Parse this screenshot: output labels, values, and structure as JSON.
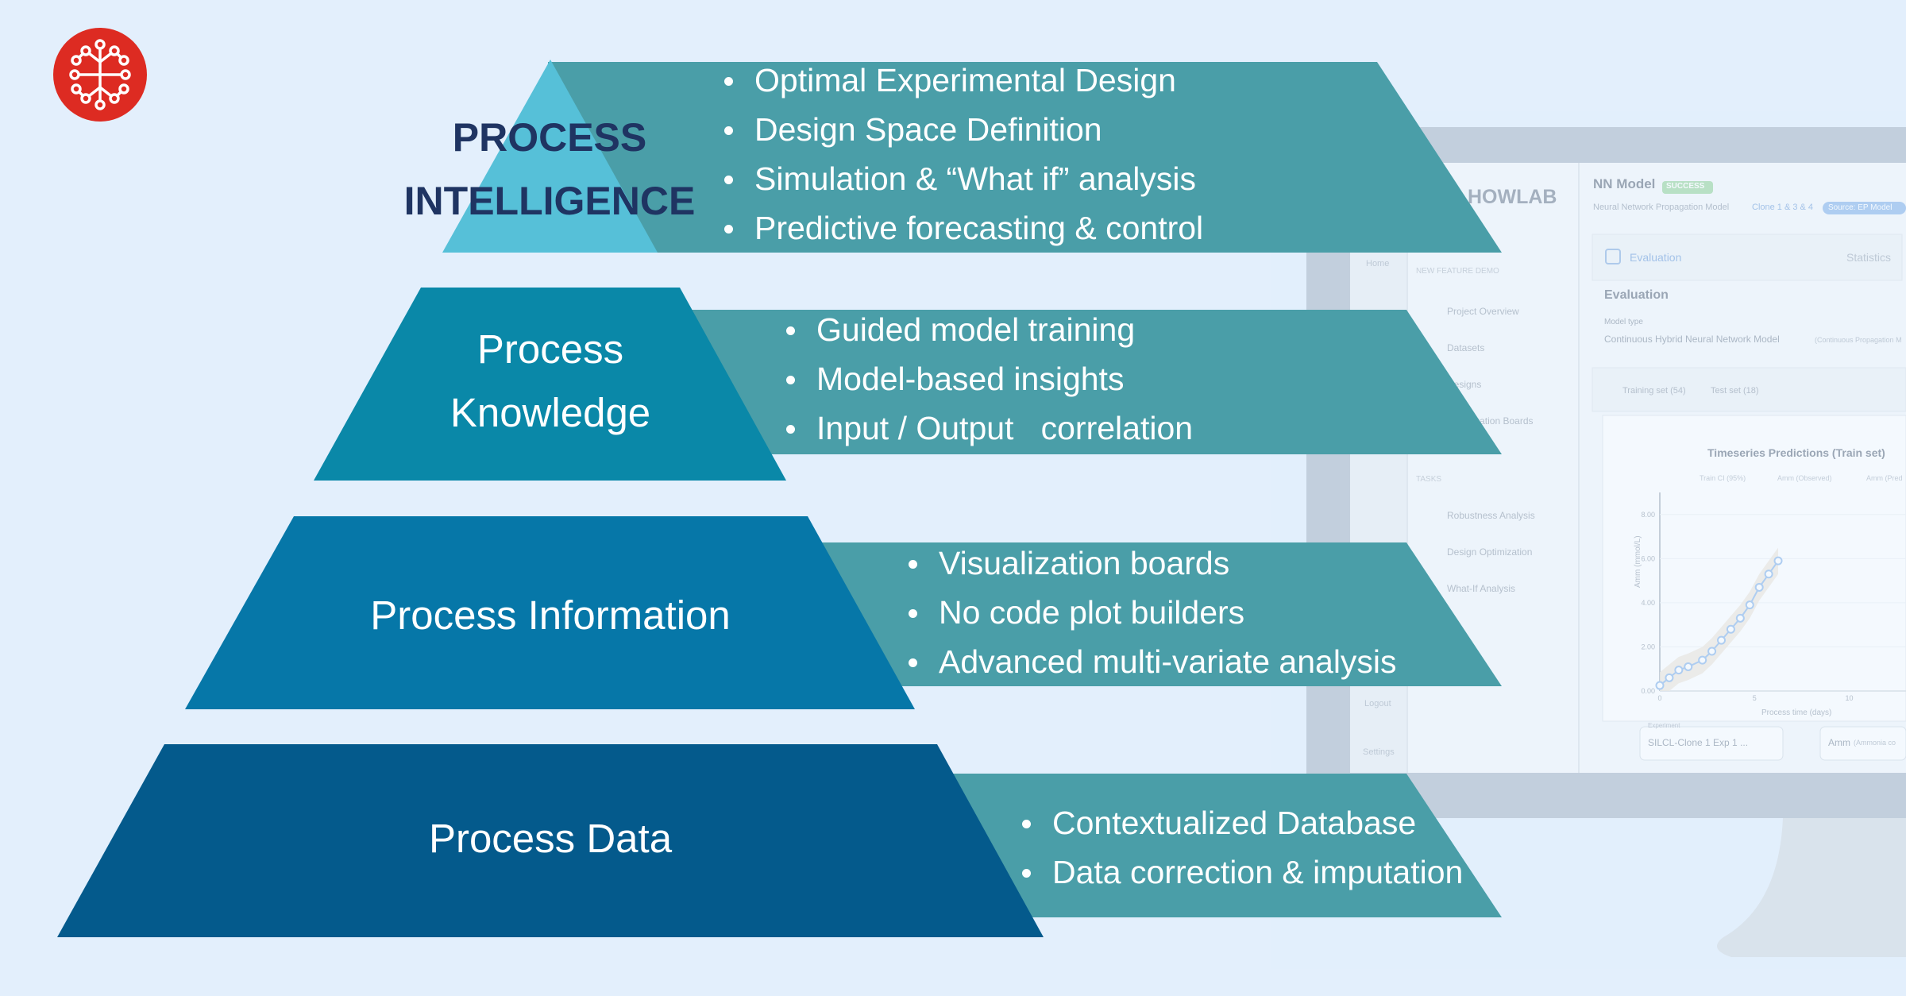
{
  "colors": {
    "background": "#e3effc",
    "band_teal": "#4a9ea8",
    "tier_intelligence": "#56c0d8",
    "tier_knowledge": "#0a88a8",
    "tier_information": "#0677a8",
    "tier_data": "#045a8c",
    "intelligence_text": "#1f3462",
    "logo_red": "#dd2b22"
  },
  "logo": {
    "icon": "neural-network-icon"
  },
  "pyramid": {
    "intelligence": {
      "label_line1": "PROCESS",
      "label_line2": "INTELLIGENCE",
      "bullets": [
        "Optimal Experimental Design",
        "Design Space Definition",
        "Simulation & “What if” analysis",
        "Predictive forecasting & control"
      ]
    },
    "knowledge": {
      "label_line1": "Process",
      "label_line2": "Knowledge",
      "bullets": [
        "Guided model training",
        "Model-based insights",
        "Input / Output   correlation"
      ]
    },
    "information": {
      "label": "Process Information",
      "bullets": [
        "Visualization boards",
        "No code plot builders",
        "Advanced multi-variate analysis"
      ]
    },
    "data": {
      "label": "Process Data",
      "bullets": [
        "Contextualized Database",
        "Data correction & imputation"
      ]
    }
  },
  "monitor": {
    "brand": "HOWLAB",
    "model_title": "NN Model",
    "status_badge": "SUCCESS",
    "model_subtitle": "Neural Network Propagation Model",
    "clone_link": "Clone 1 & 3 & 4",
    "source_badge": "Source: EP Model",
    "nav_home": "Home",
    "nav_section": "NEW FEATURE DEMO",
    "sidebar": [
      "Project Overview",
      "Datasets",
      "Designs",
      "Visualization Boards"
    ],
    "tasks_header": "TASKS",
    "tasks": [
      "Robustness Analysis",
      "Design Optimization",
      "What-If Analysis"
    ],
    "nav_logout": "Logout",
    "nav_settings": "Settings",
    "tab_evaluation": "Evaluation",
    "tab_statistics": "Statistics",
    "evaluation_heading": "Evaluation",
    "model_type_label": "Model type",
    "model_type_value": "Continuous Hybrid Neural Network Model",
    "model_type_note": "(Continuous Propagation M",
    "subtab_train": "Training set (54)",
    "subtab_test": "Test set (18)",
    "chart_title": "Timeseries Predictions (Train set)",
    "legend": [
      "Train CI (95%)",
      "Amm (Observed)",
      "Amm (Pred"
    ],
    "y_axis_label": "Amm (mmol/L)",
    "x_axis_label": "Process time (days)",
    "experiment_label": "Experiment",
    "experiment_value": "SILCL-Clone 1 Exp 1 ...",
    "variable_value": "Amm",
    "variable_note": "(Ammonia co"
  },
  "chart_data": {
    "type": "line",
    "title": "Timeseries Predictions (Train set)",
    "xlabel": "Process time (days)",
    "ylabel": "Amm (mmol/L)",
    "xlim": [
      0,
      13
    ],
    "ylim": [
      0,
      9
    ],
    "x_ticks": [
      "0",
      "5",
      "10"
    ],
    "y_ticks": [
      "0.00",
      "2.00",
      "4.00",
      "6.00",
      "8.00"
    ],
    "series": [
      {
        "name": "Amm (Observed)",
        "x": [
          0,
          0.5,
          1,
          1.5,
          2.25,
          2.75,
          3.25,
          3.75,
          4.25,
          4.75,
          5.25,
          5.75,
          6.25
        ],
        "y": [
          0.25,
          0.6,
          0.95,
          1.1,
          1.4,
          1.8,
          2.3,
          2.8,
          3.3,
          3.9,
          4.7,
          5.3,
          5.9
        ]
      }
    ]
  }
}
